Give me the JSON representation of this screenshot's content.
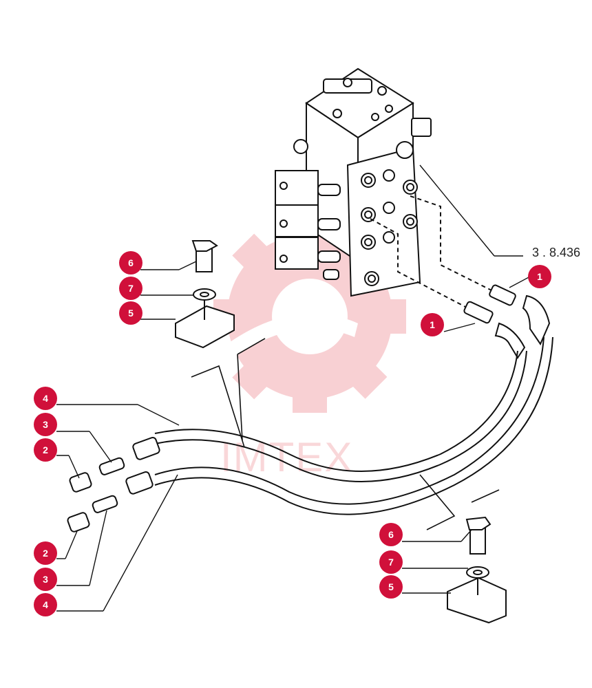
{
  "diagram": {
    "reference": "3 . 8.436",
    "watermark": "IMTEX",
    "accent_color": "#d0103a",
    "callouts": [
      {
        "id": "c1a",
        "label": "1"
      },
      {
        "id": "c1b",
        "label": "1"
      },
      {
        "id": "c6a",
        "label": "6"
      },
      {
        "id": "c7a",
        "label": "7"
      },
      {
        "id": "c5a",
        "label": "5"
      },
      {
        "id": "c4a",
        "label": "4"
      },
      {
        "id": "c3a",
        "label": "3"
      },
      {
        "id": "c2a",
        "label": "2"
      },
      {
        "id": "c2b",
        "label": "2"
      },
      {
        "id": "c3b",
        "label": "3"
      },
      {
        "id": "c4b",
        "label": "4"
      },
      {
        "id": "c6b",
        "label": "6"
      },
      {
        "id": "c7b",
        "label": "7"
      },
      {
        "id": "c5b",
        "label": "5"
      }
    ]
  }
}
